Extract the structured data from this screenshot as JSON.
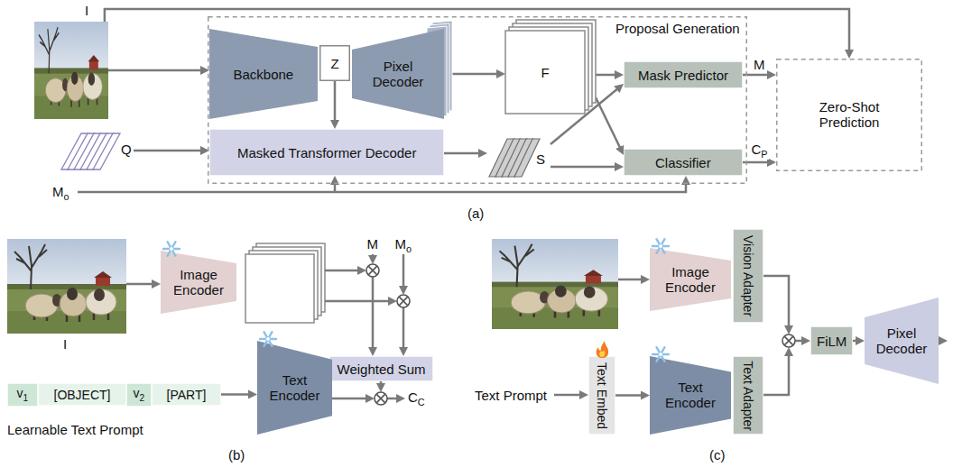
{
  "diagram": {
    "nodes": [
      {
        "text": [
          "I"
        ]
      },
      {
        "text": [
          "Proposal Generation"
        ]
      },
      {
        "text": [
          "Backbone"
        ],
        "in": 1
      },
      {
        "text": [
          "Z"
        ],
        "in": 1
      },
      {
        "text": [
          "Pixel Decoder"
        ],
        "in": 1
      },
      {
        "text": [
          "F"
        ],
        "in": 1
      },
      {
        "text": [
          "Mask Predictor"
        ],
        "in": 1
      },
      {
        "text": [
          "Q"
        ]
      },
      {
        "text": [
          "Masked Transformer Decoder"
        ],
        "in": 1
      },
      {
        "text": [
          "S"
        ],
        "in": 1
      },
      {
        "text": [
          "Classifier"
        ],
        "in": 1
      },
      {
        "text": [
          "Zero-Shot Prediction"
        ]
      },
      {
        "text": [
          "I"
        ]
      },
      {
        "text": [
          "Image Encoder"
        ]
      },
      {
        "text": [
          "Weighted Sum"
        ]
      },
      {
        "text": [
          "v1"
        ]
      },
      {
        "text": [
          "[OBJECT]"
        ]
      },
      {
        "text": [
          "v2"
        ]
      },
      {
        "text": [
          "[PART]"
        ]
      },
      {
        "text": [
          "Text Encoder"
        ]
      },
      {
        "text": [
          "Image Encoder"
        ]
      },
      {
        "text": [
          "Vision Adapter"
        ]
      },
      {
        "text": [
          "Text Embed"
        ]
      },
      {
        "text": [
          "Text Encoder"
        ]
      },
      {
        "text": [
          "Text Adapter"
        ]
      },
      {
        "text": [
          "FiLM"
        ]
      },
      {
        "text": [
          "Pixel Decoder"
        ]
      }
    ],
    "edges": [
      {
        "from": 0,
        "to": 2,
        "arrow": "to"
      },
      {
        "from": 0,
        "to": 11,
        "arrow": "to"
      },
      {
        "from": 3,
        "to": 8,
        "arrow": "to"
      },
      {
        "from": 4,
        "to": 5,
        "arrow": "to"
      },
      {
        "from": 7,
        "to": 8,
        "arrow": "to"
      },
      {
        "from": 8,
        "to": 9,
        "arrow": "to"
      },
      {
        "from": 5,
        "to": 6,
        "arrow": "to"
      },
      {
        "from": 5,
        "to": 10,
        "arrow": "to"
      },
      {
        "from": 9,
        "to": 6,
        "arrow": "to"
      },
      {
        "from": 9,
        "to": 10,
        "arrow": "to"
      },
      {
        "from": 6,
        "to": 11,
        "arrow": "to",
        "label": "M"
      },
      {
        "from": 10,
        "to": 11,
        "arrow": "to",
        "label": "CP"
      },
      {
        "from": 12,
        "to": 13,
        "arrow": "to"
      },
      {
        "from": 18,
        "to": 19,
        "arrow": "to"
      },
      {
        "from": 22,
        "to": 23,
        "arrow": "to"
      },
      {
        "from": 25,
        "to": 26,
        "arrow": "to"
      }
    ],
    "labels": [
      "Mo",
      "(a)",
      "M",
      "Mo",
      "CC",
      "Learnable Text Prompt",
      "(b)",
      "Text Prompt",
      "(c)"
    ]
  }
}
